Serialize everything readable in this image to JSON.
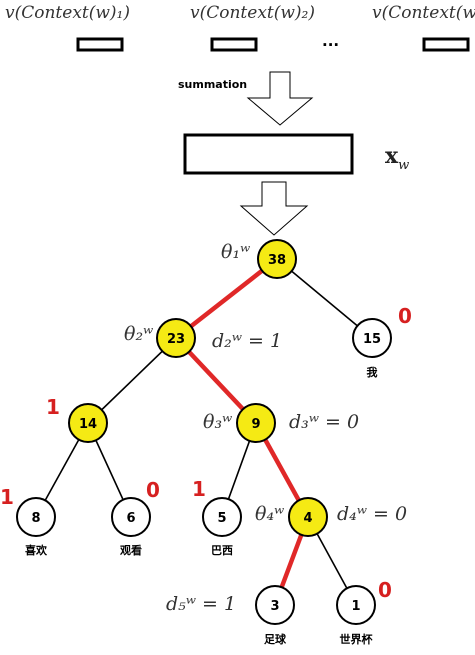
{
  "context_vectors": {
    "v1": "v(Context(w)₁)",
    "v2": "v(Context(w)₂)",
    "v3": "v(Context(w",
    "ellipsis": "···"
  },
  "summation_label": "summation",
  "projection_label": "x",
  "projection_sub": "w",
  "nodes": {
    "n38": "38",
    "n15": "15",
    "n23": "23",
    "n14": "14",
    "n9": "9",
    "n8": "8",
    "n6": "6",
    "n5": "5",
    "n4": "4",
    "n3": "3",
    "n1": "1"
  },
  "theta": {
    "t1": "θ₁ʷ",
    "t2": "θ₂ʷ",
    "t3": "θ₃ʷ",
    "t4": "θ₄ʷ"
  },
  "d_labels": {
    "d2": "d₂ʷ = 1",
    "d3": "d₃ʷ = 0",
    "d4": "d₄ʷ = 0",
    "d5": "d₅ʷ = 1"
  },
  "bits": {
    "b15": "0",
    "b14": "1",
    "b8": "1",
    "b6": "0",
    "b5": "1",
    "b1": "0"
  },
  "words": {
    "w15": "我",
    "w8": "喜欢",
    "w6": "观看",
    "w5": "巴西",
    "w3": "足球",
    "w1": "世界杯"
  },
  "colors": {
    "highlight_node": "#f5ea14",
    "path_edge": "#e02828",
    "edge": "#000000"
  }
}
